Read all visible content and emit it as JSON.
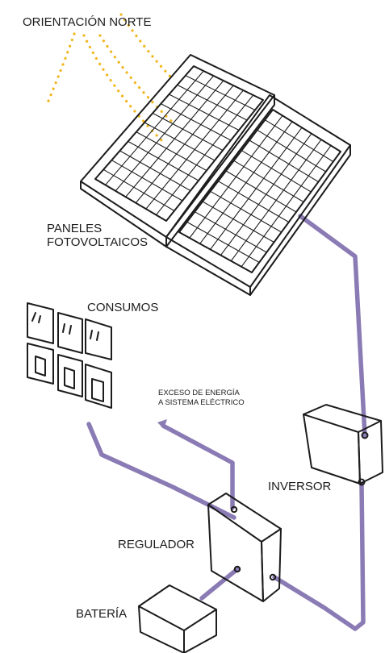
{
  "labels": {
    "orientation": "ORIENTACIÓN NORTE",
    "panels_line1": "PANELES",
    "panels_line2": "FOTOVOLTAICOS",
    "consumption": "CONSUMOS",
    "excess_line1": "EXCESO DE ENERGÍA",
    "excess_line2": "A SISTEMA ELÉCTRICO",
    "inverter": "INVERSOR",
    "regulator": "REGULADOR",
    "battery": "BATERÍA"
  },
  "colors": {
    "ink": "#1c1c1c",
    "cable": "#8b7bb5",
    "sun_rays": "#f2b51c",
    "paper": "#ffffff"
  },
  "icons": [
    "sun-rays-icon",
    "solar-panel-icon",
    "inverter-box-icon",
    "regulator-box-icon",
    "battery-box-icon",
    "consumer-meter-icon"
  ]
}
